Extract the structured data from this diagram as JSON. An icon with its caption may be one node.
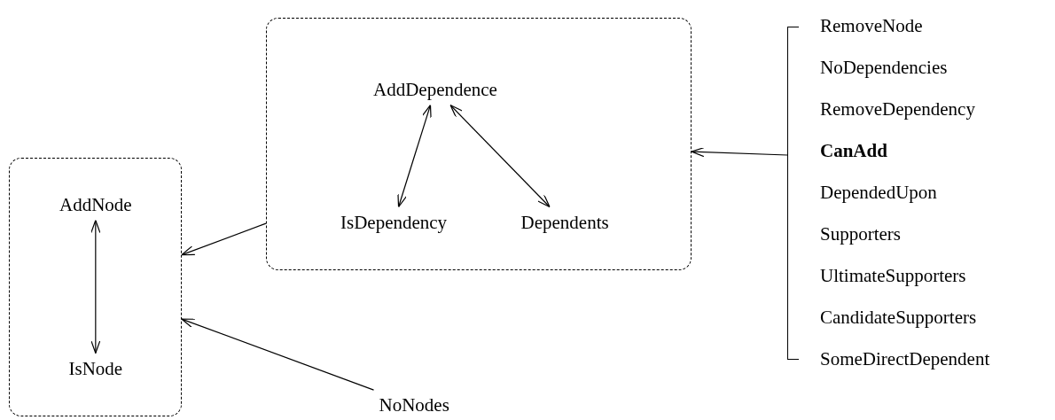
{
  "diagram": {
    "nodes": [
      {
        "text": [],
        "shape": "box"
      },
      {
        "text": [
          "AddNode"
        ],
        "in": 0
      },
      {
        "text": [
          "IsNode"
        ],
        "in": 0
      },
      {
        "text": [],
        "shape": "box"
      },
      {
        "text": [
          "AddDependence"
        ],
        "in": 3
      },
      {
        "text": [
          "IsDependency"
        ],
        "in": 3
      },
      {
        "text": [
          "Dependents"
        ],
        "in": 3
      },
      {
        "text": [
          "NoNodes"
        ]
      },
      {
        "text": [
          "RemoveNode",
          "NoDependencies",
          "RemoveDependency",
          "CanAdd",
          "DependedUpon",
          "Supporters",
          "UltimateSupporters",
          "CandidateSupporters",
          "SomeDirectDependent"
        ]
      }
    ],
    "edges": [
      {
        "from": 1,
        "to": 2,
        "arrow": "both"
      },
      {
        "from": 4,
        "to": 5,
        "arrow": "both"
      },
      {
        "from": 4,
        "to": 6,
        "arrow": "both"
      },
      {
        "from": 3,
        "to": 0,
        "arrow": "to"
      },
      {
        "from": 7,
        "to": 0,
        "arrow": "to"
      },
      {
        "from": 8,
        "to": 3,
        "arrow": "to"
      }
    ]
  }
}
